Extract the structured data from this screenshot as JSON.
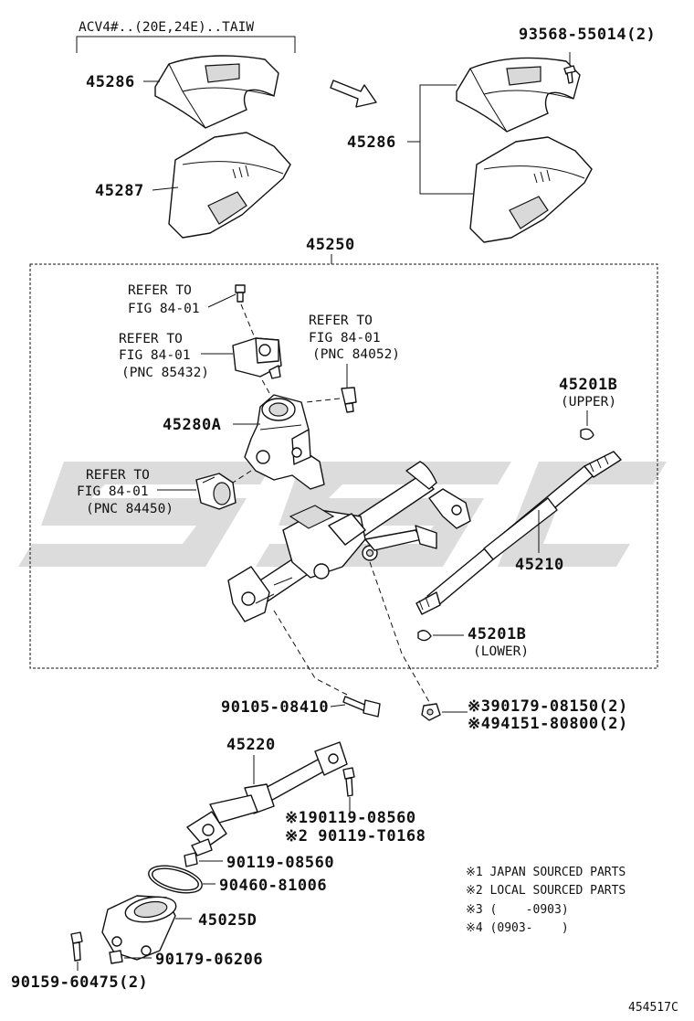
{
  "diagram": {
    "header_note": "ACV4#..(20E,24E)..TAIW",
    "figure_code": "454517C",
    "parts": {
      "p45286_a": "45286",
      "p45287": "45287",
      "p45286_b": "45286",
      "p93568": "93568-55014(2)",
      "p45250": "45250",
      "p45280a": "45280A",
      "p45201b_upper": "45201B",
      "upper_note": "(UPPER)",
      "p45210": "45210",
      "p45201b_lower": "45201B",
      "lower_note": "(LOWER)",
      "p90105": "90105-08410",
      "p90179_08150": "※390179-08150(2)",
      "p94151": "※494151-80800(2)",
      "p45220": "45220",
      "p90119_08560_a": "※190119-08560",
      "p90119_t0168": "※2 90119-T0168",
      "p90119_08560_b": "90119-08560",
      "p90460": "90460-81006",
      "p45025d": "45025D",
      "p90179_06206": "90179-06206",
      "p90159": "90159-60475(2)"
    },
    "refer_1": {
      "line1": "REFER TO",
      "line2": "FIG 84-01"
    },
    "refer_2": {
      "line1": "REFER TO",
      "line2": "FIG 84-01",
      "line3": "(PNC 85432)"
    },
    "refer_3": {
      "line1": "REFER TO",
      "line2": "FIG 84-01",
      "line3": "(PNC 84052)"
    },
    "refer_4": {
      "line1": "REFER TO",
      "line2": "FIG 84-01",
      "line3": "(PNC 84450)"
    },
    "legend": [
      "※1 JAPAN SOURCED PARTS",
      "※2 LOCAL SOURCED PARTS",
      "※3 (    -0903)",
      "※4 (0903-    )"
    ],
    "watermark_icon": "watermark-logo-icon"
  }
}
